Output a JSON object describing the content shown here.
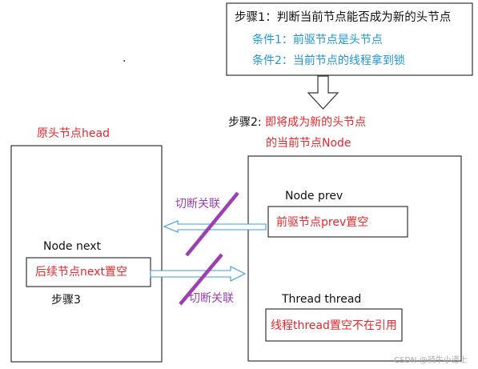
{
  "step1": {
    "title": "步骤1：判断当前节点能否成为新的头节点",
    "cond1": "条件1：前驱节点是头节点",
    "cond2": "条件2：当前节点的线程拿到锁"
  },
  "dot": ".",
  "step2": {
    "line1": "步骤2: 即将成为新的头节点",
    "line1_prefix": "步骤2: ",
    "line1_rest": "即将成为新的头节点",
    "line2": "的当前节点Node"
  },
  "old_head": {
    "label": "原头节点head",
    "next_label": "Node next",
    "next_action": "后续节点next置空",
    "step3": "步骤3"
  },
  "current_node": {
    "prev_label": "Node prev",
    "prev_action": "前驱节点prev置空",
    "thread_label": "Thread thread",
    "thread_action": "线程thread置空不在引用"
  },
  "cut_label_top": "切断关联",
  "cut_label_bottom": "切断关联",
  "watermark": "CSDN @骑牛小道士",
  "colors": {
    "red": "#e8262a",
    "blue": "#1e96d6",
    "purple": "#9b3fb3",
    "black": "#111111"
  }
}
